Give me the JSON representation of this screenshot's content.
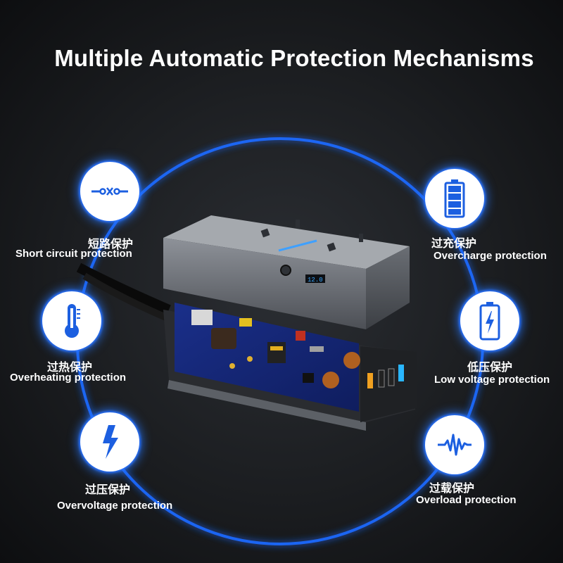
{
  "headline": "Multiple Automatic Protection Mechanisms",
  "features": {
    "short_circuit": {
      "icon": "short-circuit-icon",
      "cn": "短路保护",
      "en": "Short circuit protection"
    },
    "overheating": {
      "icon": "thermometer-icon",
      "cn": "过热保护",
      "en": "Overheating protection"
    },
    "overvoltage": {
      "icon": "lightning-bolt-icon",
      "cn": "过压保护",
      "en": "Overvoltage protection"
    },
    "overcharge": {
      "icon": "full-battery-icon",
      "cn": "过充保护",
      "en": "Overcharge protection"
    },
    "low_voltage": {
      "icon": "charging-battery-icon",
      "cn": "低压保护",
      "en": "Low voltage protection"
    },
    "overload": {
      "icon": "waveform-icon",
      "cn": "过载保护",
      "en": "Overload protection"
    }
  },
  "colors": {
    "accent": "#1e6bff",
    "icon_blue": "#1c5fe0",
    "background": "#1b1d20"
  }
}
